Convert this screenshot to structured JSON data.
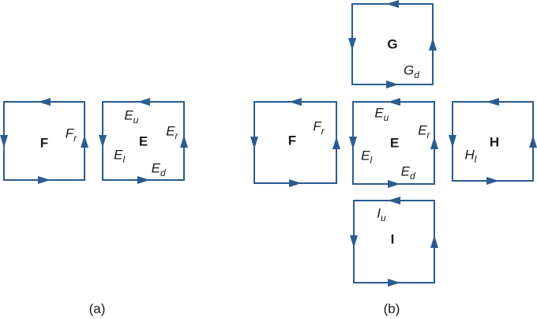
{
  "figure": {
    "line_color": "#2b5c8f",
    "circulation": "counterclockwise"
  },
  "panel_a": {
    "caption": "(a)",
    "square_f": {
      "center": "F",
      "label_right": {
        "base": "F",
        "sub": "r"
      }
    },
    "square_e": {
      "center": "E",
      "label_up": {
        "base": "E",
        "sub": "u"
      },
      "label_right": {
        "base": "E",
        "sub": "r"
      },
      "label_left": {
        "base": "E",
        "sub": "l"
      },
      "label_down": {
        "base": "E",
        "sub": "d"
      }
    }
  },
  "panel_b": {
    "caption": "(b)",
    "square_g": {
      "center": "G",
      "label_down": {
        "base": "G",
        "sub": "d"
      }
    },
    "square_f": {
      "center": "F",
      "label_right": {
        "base": "F",
        "sub": "r"
      }
    },
    "square_e": {
      "center": "E",
      "label_up": {
        "base": "E",
        "sub": "u"
      },
      "label_right": {
        "base": "E",
        "sub": "r"
      },
      "label_left": {
        "base": "E",
        "sub": "l"
      },
      "label_down": {
        "base": "E",
        "sub": "d"
      }
    },
    "square_h": {
      "center": "H",
      "label_left": {
        "base": "H",
        "sub": "l"
      }
    },
    "square_i": {
      "center": "I",
      "label_up": {
        "base": "I",
        "sub": "u"
      }
    }
  }
}
